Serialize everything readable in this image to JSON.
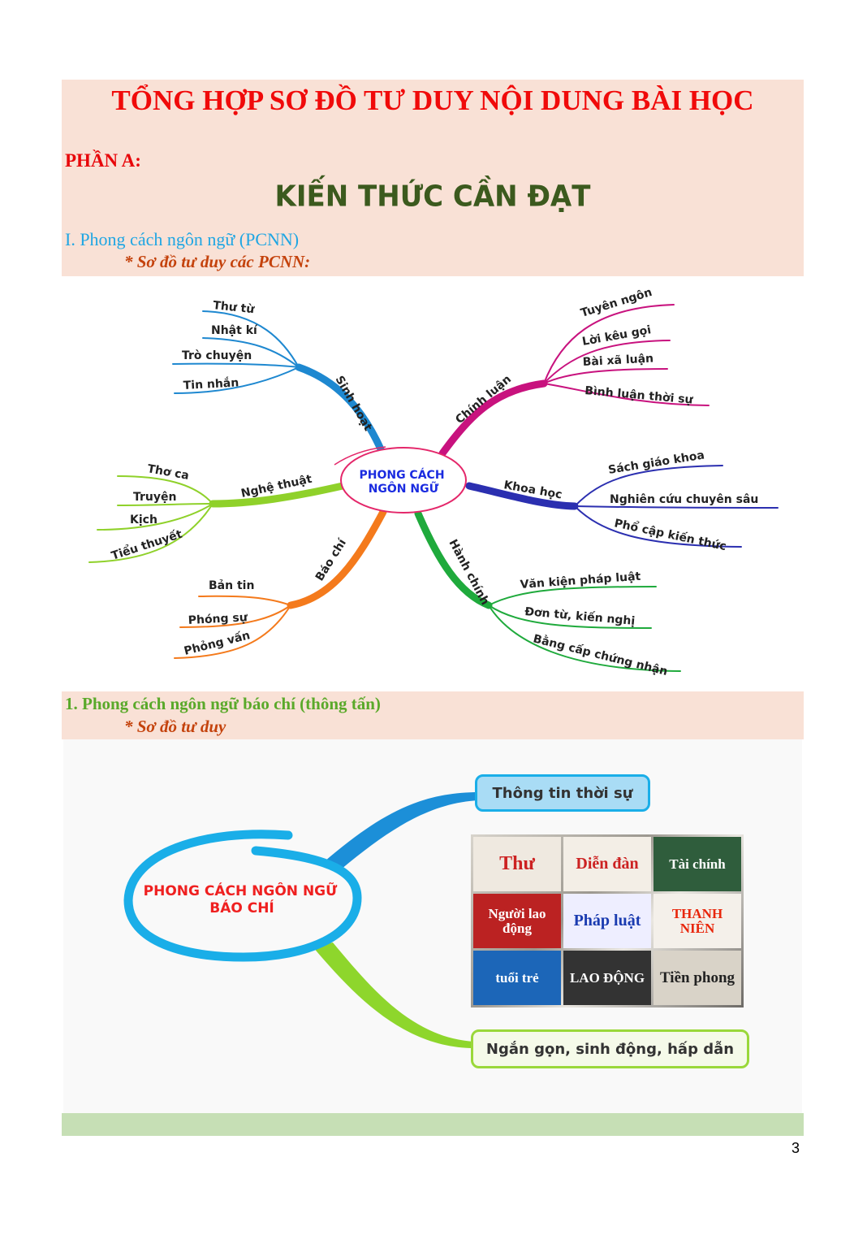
{
  "header": {
    "title": "TỔNG HỢP SƠ ĐỒ TƯ DUY NỘI DUNG BÀI HỌC",
    "part": "PHẦN A:",
    "subtitle": "KIẾN THỨC CẦN ĐẠT"
  },
  "section1": {
    "heading": "I. Phong cách ngôn ngữ (PCNN)",
    "subheading": "* Sơ đồ tư duy các PCNN:",
    "mindmap": {
      "center": [
        "PHONG CÁCH",
        "NGÔN NGỮ"
      ],
      "branches": [
        {
          "label": "Sinh hoạt",
          "color": "#1e88d0",
          "leaves": [
            "Thư từ",
            "Nhật kí",
            "Trò chuyện",
            "Tin nhắn"
          ]
        },
        {
          "label": "Chính luận",
          "color": "#c8127e",
          "leaves": [
            "Tuyên ngôn",
            "Lời kêu gọi",
            "Bài xã luận",
            "Bình luận thời sự"
          ]
        },
        {
          "label": "Nghệ thuật",
          "color": "#8fd12a",
          "leaves": [
            "Thơ ca",
            "Truyện",
            "Kịch",
            "Tiểu thuyết"
          ]
        },
        {
          "label": "Khoa học",
          "color": "#2b2fb0",
          "leaves": [
            "Sách giáo khoa",
            "Nghiên cứu chuyên sâu",
            "Phổ cập kiến thức"
          ]
        },
        {
          "label": "Báo chí",
          "color": "#f47a1c",
          "leaves": [
            "Bản tin",
            "Phóng sự",
            "Phỏng vấn"
          ]
        },
        {
          "label": "Hành chính",
          "color": "#1faa3c",
          "leaves": [
            "Văn kiện pháp luật",
            "Đơn từ, kiến nghị",
            "Bằng cấp chứng nhận"
          ]
        }
      ]
    }
  },
  "section2": {
    "heading": "1. Phong cách ngôn ngữ báo chí (thông tấn)",
    "subheading": "* Sơ đồ tư duy",
    "center": [
      "PHONG CÁCH NGÔN NGỮ",
      "BÁO CHÍ"
    ],
    "box_top": "Thông tin thời sự",
    "box_bottom": "Ngắn gọn, sinh động, hấp dẫn",
    "newspaper_logos": [
      "Thư",
      "Diễn đàn",
      "Tài chính",
      "Người lao động",
      "Pháp luật",
      "THANH NIÊN",
      "tuổi trẻ",
      "LAO ĐỘNG",
      "Tiền phong"
    ]
  },
  "page_number": "3"
}
